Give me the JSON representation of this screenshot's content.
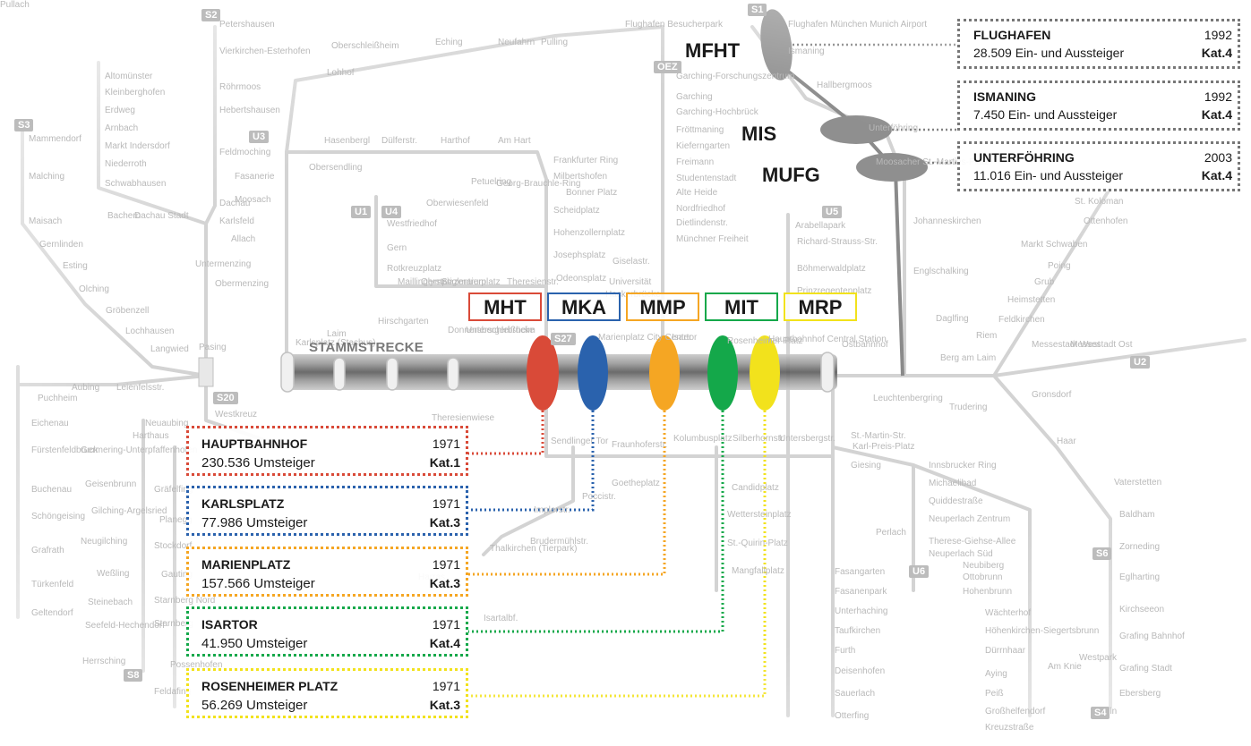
{
  "colors": {
    "hbf": "#d94a38",
    "karlsplatz": "#2a62ad",
    "marienplatz": "#f5a623",
    "isartor": "#14a84a",
    "rosenheimer": "#f2e21c",
    "airport_line": "#7a7a7a",
    "rail": "#cfcfcf"
  },
  "trunk_label": "STAMMSTRECKE",
  "codes": {
    "hbf": "MHT",
    "karlsplatz": "MKA",
    "marienplatz": "MMP",
    "isartor": "MIT",
    "rosenheimer": "MRP",
    "flughafen": "MFHT",
    "ismaning": "MIS",
    "unterfoehring": "MUFG"
  },
  "stations": [
    {
      "key": "hbf",
      "name": "HAUPTBAHNHOF",
      "year": "1971",
      "count": "230.536 Umsteiger",
      "kat": "Kat.1"
    },
    {
      "key": "karlsplatz",
      "name": "KARLSPLATZ",
      "year": "1971",
      "count": "77.986 Umsteiger",
      "kat": "Kat.3"
    },
    {
      "key": "marienplatz",
      "name": "MARIENPLATZ",
      "year": "1971",
      "count": "157.566 Umsteiger",
      "kat": "Kat.3"
    },
    {
      "key": "isartor",
      "name": "ISARTOR",
      "year": "1971",
      "count": "41.950 Umsteiger",
      "kat": "Kat.4"
    },
    {
      "key": "rosenheimer",
      "name": "ROSENHEIMER PLATZ",
      "year": "1971",
      "count": "56.269 Umsteiger",
      "kat": "Kat.3"
    }
  ],
  "airport_stations": [
    {
      "key": "flughafen",
      "name": "FLUGHAFEN",
      "year": "1992",
      "count": "28.509 Ein- und Aussteiger",
      "kat": "Kat.4"
    },
    {
      "key": "ismaning",
      "name": "ISMANING",
      "year": "1992",
      "count": "7.450 Ein- und Aussteiger",
      "kat": "Kat.4"
    },
    {
      "key": "unterfoehring",
      "name": "UNTERFÖHRING",
      "year": "2003",
      "count": "11.016 Ein- und Aussteiger",
      "kat": "Kat.4"
    }
  ],
  "background_labels": [
    "Petershausen",
    "Vierkirchen-Esterhofen",
    "Röhrmoos",
    "Hebertshausen",
    "Dachau",
    "Karlsfeld",
    "Allach",
    "Altomünster",
    "Kleinberghofen",
    "Erdweg",
    "Arnbach",
    "Markt Indersdorf",
    "Niederroth",
    "Schwabhausen",
    "Bachern",
    "Dachau Stadt",
    "Mammendorf",
    "Malching",
    "Maisach",
    "Gernlinden",
    "Esting",
    "Olching",
    "Gröbenzell",
    "Lochhausen",
    "Langwied",
    "Pasing",
    "Untermenzing",
    "Obermenzing",
    "Feldmoching",
    "Fasanerie",
    "Moosach",
    "Hasenbergl",
    "Dülferstr.",
    "Harthof",
    "Am Hart",
    "Frankfurter Ring",
    "Milbertshofen",
    "Bonner Platz",
    "Scheidplatz",
    "Hohenzollernplatz",
    "Josephsplatz",
    "Giselastr.",
    "Universität",
    "Garching",
    "Garching-Hochbrück",
    "Fröttmaning",
    "Kieferngarten",
    "Freimann",
    "Studentenstadt",
    "Alte Heide",
    "Nordfriedhof",
    "Dietlindenstr.",
    "Münchner Freiheit",
    "Garching-Forschungszentrum",
    "Hallbergmoos",
    "Arabellapark",
    "Richard-Strauss-Str.",
    "Böhmerwaldplatz",
    "Prinzregentenplatz",
    "Johanneskirchen",
    "Englschalking",
    "Daglfing",
    "Ostbahnhof",
    "Berg am Laim",
    "Leuchtenbergring",
    "Trudering",
    "Riem",
    "Messestadt West",
    "Messestadt Ost",
    "Feldkirchen",
    "Heimstetten",
    "Grub",
    "Poing",
    "Markt Schwaben",
    "Ottenhofen",
    "St. Koloman",
    "Gronsdorf",
    "Haar",
    "Vaterstetten",
    "Baldham",
    "Zorneding",
    "Eglharting",
    "Kirchseeon",
    "Grafing Bahnhof",
    "Grafing Stadt",
    "Ebersberg",
    "Aubing",
    "Leienfelsstr.",
    "Puchheim",
    "Eichenau",
    "Fürstenfeldbruck",
    "Buchenau",
    "Schöngeising",
    "Grafrath",
    "Türkenfeld",
    "Geltendorf",
    "Neuaubing",
    "Harthaus",
    "Germering-Unterpfaffenhofen",
    "Geisenbrunn",
    "Gilching-Argelsried",
    "Neugilching",
    "Weßling",
    "Steinebach",
    "Seefeld-Hechendorf",
    "Herrsching",
    "Westkreuz",
    "Gräfelfing",
    "Planegg",
    "Stockdorf",
    "Gauting",
    "Starnberg Nord",
    "Starnberg",
    "Possenhofen",
    "Feldafing",
    "Theresienwiese",
    "Sendlinger Tor",
    "Fraunhoferstr.",
    "Kolumbusplatz",
    "Silberhornstr.",
    "Untersbergstr.",
    "St.-Martin-Str.",
    "Karl-Preis-Platz",
    "Giesing",
    "Innsbrucker Ring",
    "Michaelibad",
    "Quiddestraße",
    "Neuperlach Zentrum",
    "Therese-Giehse-Allee",
    "Neuperlach Süd",
    "Perlach",
    "Neubiberg",
    "Ottobrunn",
    "Hohenbrunn",
    "Wächterhof",
    "Höhenkirchen-Siegertsbrunn",
    "Dürrnhaar",
    "Aying",
    "Peiß",
    "Großhelfendorf",
    "Kreuzstraße",
    "Fasangarten",
    "Fasanenpark",
    "Unterhaching",
    "Taufkirchen",
    "Furth",
    "Deisenhofen",
    "Sauerlach",
    "Otterfing",
    "Candidplatz",
    "Wettersteinplatz",
    "St.-Quirin-Platz",
    "Mangfallplatz",
    "Goetheplatz",
    "Poccistr.",
    "Implerstr.",
    "Brudermühlstr.",
    "Thalkirchen (Tierpark)",
    "Harras",
    "Isartalbf.",
    "Olympiazentrum",
    "Oberwiesenfeld",
    "Petuelring",
    "Georg-Brauchle-Ring",
    "Westfriedhof",
    "Gern",
    "Rotkreuzplatz",
    "Maillingerstr.",
    "Stiglmaierplatz",
    "Theresienstr.",
    "Odeonsplatz",
    "Hackerbrücke",
    "Donnersbergerbrücke",
    "Hirschgarten",
    "Laim",
    "Karlsplatz (Stachus)",
    "Marienplatz City Center",
    "Isartor",
    "Rosenheimer Platz",
    "Hauptbahnhof Central Station",
    "Unterschleißheim",
    "Oberschleißheim",
    "Lohhof",
    "Eching",
    "Neufahrn",
    "Pulling",
    "Flughafen Besucherpark",
    "Flughafen München Munich Airport",
    "Ismaning",
    "Unterföhring",
    "Moosacher St.-Martins-Platz",
    "Obersendling",
    "Westpark",
    "Am Knie",
    "Solln",
    "Pullach"
  ],
  "line_badges": [
    "S1",
    "S2",
    "S3",
    "S4",
    "S6",
    "S8",
    "S20",
    "S27",
    "U1",
    "U2",
    "U3",
    "U4",
    "U5",
    "U6",
    "OEZ"
  ]
}
